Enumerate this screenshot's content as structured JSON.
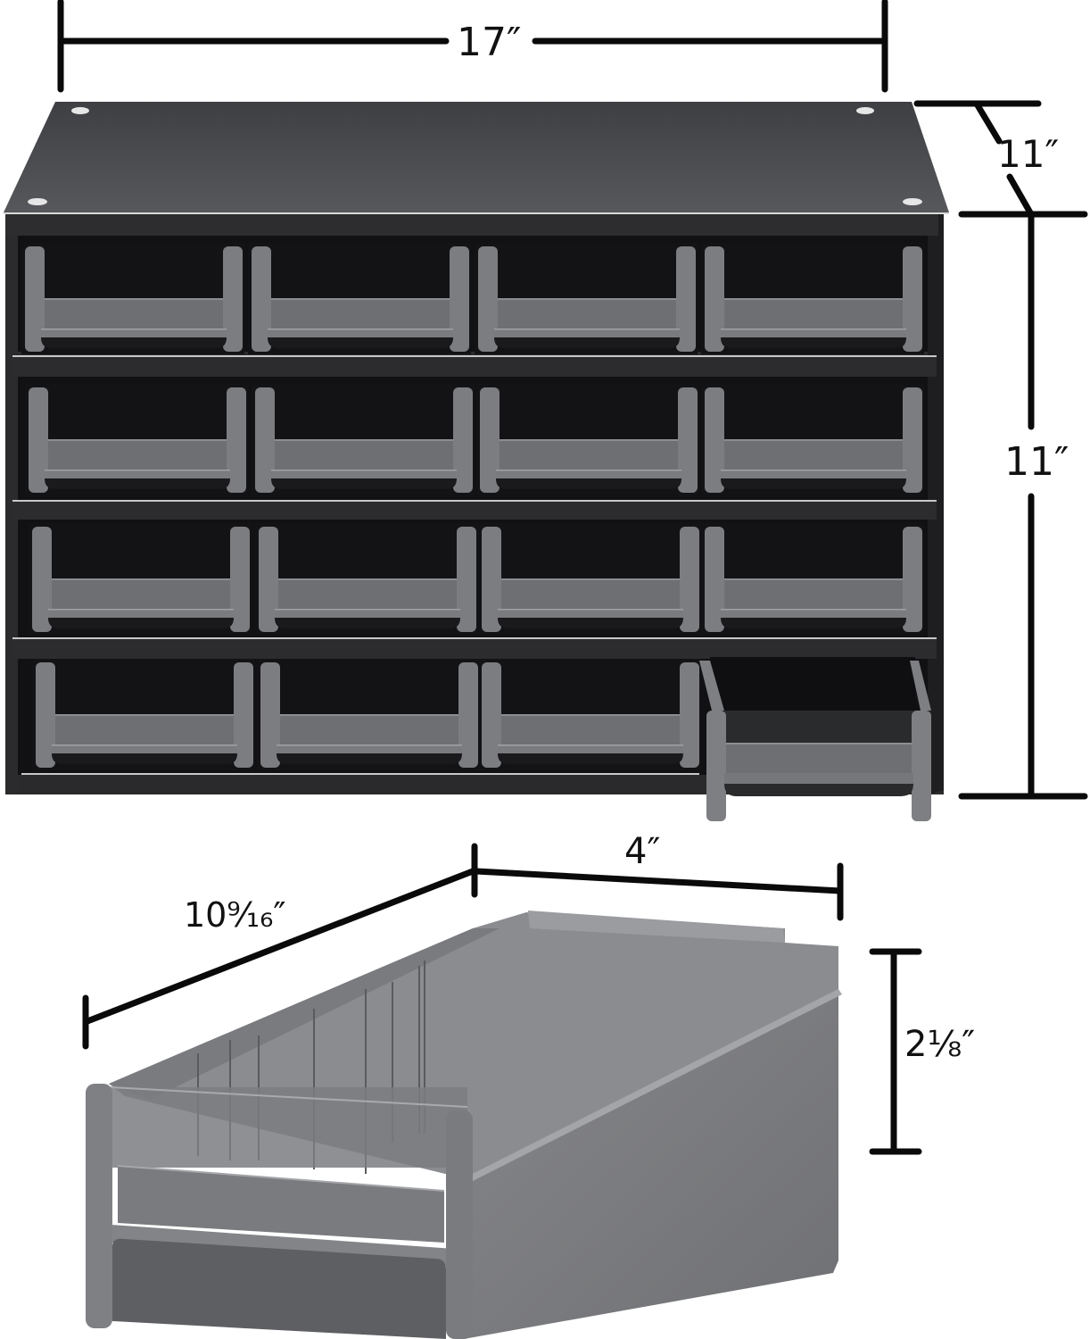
{
  "diagram": {
    "subject": "16-drawer storage cabinet with removable drawer",
    "colors": {
      "cabinet_top": "#4d4e51",
      "cabinet_front": "#2a2a2c",
      "cabinet_interior": "#141416",
      "shelf_edge": "#c8c8c8",
      "drawer_gray": "#7b7c7e",
      "drawer_light": "#8e8f92",
      "drawer_shadow": "#5f6063",
      "dimension_line": "#0a0a0a",
      "background": "#ffffff"
    },
    "cabinet": {
      "rows": 4,
      "columns": 4,
      "drawer_count": 16,
      "pulled_out_drawer": {
        "row": 4,
        "column": 4
      }
    },
    "dimensions": {
      "cabinet_width": {
        "label": "17″",
        "value_in": 17
      },
      "cabinet_depth": {
        "label": "11″",
        "value_in": 11
      },
      "cabinet_height": {
        "label": "11″",
        "value_in": 11
      },
      "drawer_length": {
        "label": "10⁹⁄₁₆″",
        "value_in": 10.5625
      },
      "drawer_width": {
        "label": "4″",
        "value_in": 4
      },
      "drawer_height": {
        "label": "2⅛″",
        "value_in": 2.125
      }
    }
  }
}
